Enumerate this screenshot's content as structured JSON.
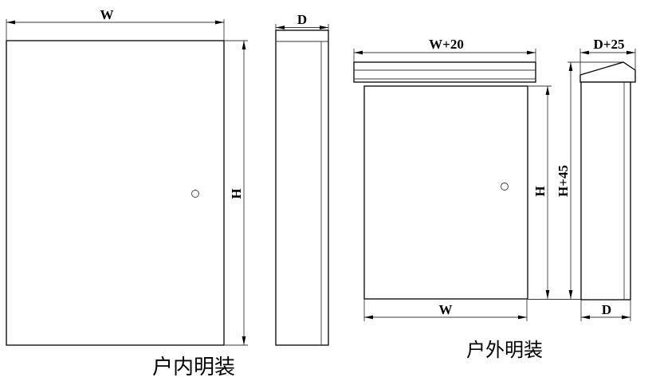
{
  "drawing": {
    "kind": "enclosure-installation-dimension-drawing",
    "views": {
      "indoor": {
        "title": "户内明装",
        "front": {
          "width_label": "W",
          "height_label": "H"
        },
        "side": {
          "depth_label": "D"
        }
      },
      "outdoor": {
        "title": "户外明装",
        "front": {
          "canopy_width_label": "W+20",
          "height_label": "H",
          "total_height_label": "H+45",
          "width_label": "W"
        },
        "side": {
          "canopy_depth_label": "D+25",
          "depth_label": "D"
        }
      }
    },
    "colors": {
      "object_line": "#000000",
      "dimension_line": "#3a3a3a",
      "background": "#ffffff"
    }
  }
}
